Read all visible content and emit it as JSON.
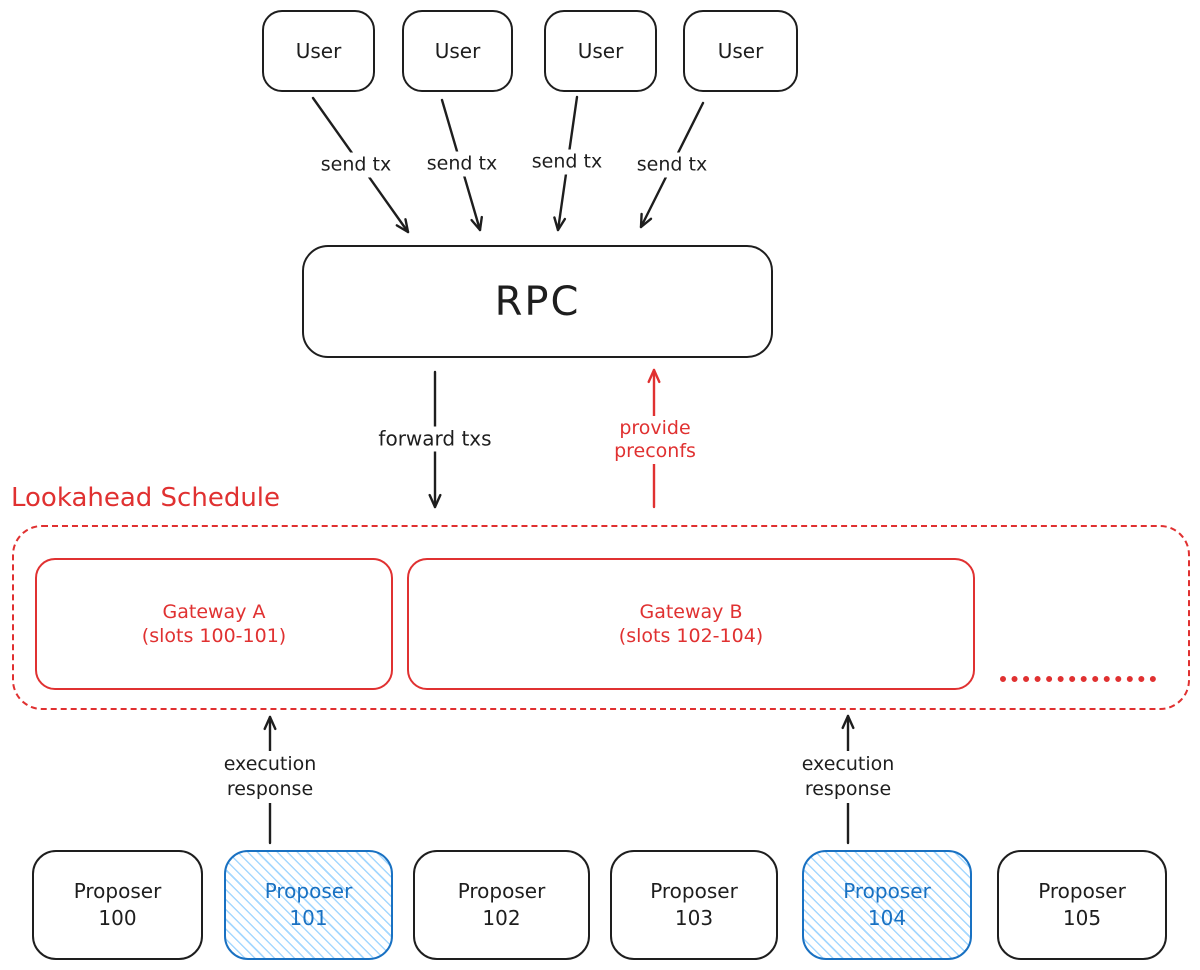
{
  "colors": {
    "ink": "#1e1e1e",
    "red": "#e03131",
    "blue": "#1971c2",
    "blue-hatch": "#a5d8ff",
    "bg": "#ffffff"
  },
  "users": [
    {
      "label": "User"
    },
    {
      "label": "User"
    },
    {
      "label": "User"
    },
    {
      "label": "User"
    }
  ],
  "send_tx_labels": [
    "send tx",
    "send tx",
    "send tx",
    "send tx"
  ],
  "rpc": {
    "label": "RPC"
  },
  "forward_txs_label": "forward txs",
  "provide_preconfs_label": {
    "line1": "provide",
    "line2": "preconfs"
  },
  "lookahead": {
    "title": "Lookahead Schedule",
    "gateways": [
      {
        "name": "Gateway A",
        "slots": "(slots 100-101)"
      },
      {
        "name": "Gateway B",
        "slots": "(slots 102-104)"
      }
    ],
    "more_indicator": "ellipsis-dots"
  },
  "execution_response_labels": [
    {
      "line1": "execution",
      "line2": "response"
    },
    {
      "line1": "execution",
      "line2": "response"
    }
  ],
  "proposers": [
    {
      "name": "Proposer",
      "slot": "100",
      "highlighted": false
    },
    {
      "name": "Proposer",
      "slot": "101",
      "highlighted": true
    },
    {
      "name": "Proposer",
      "slot": "102",
      "highlighted": false
    },
    {
      "name": "Proposer",
      "slot": "103",
      "highlighted": false
    },
    {
      "name": "Proposer",
      "slot": "104",
      "highlighted": true
    },
    {
      "name": "Proposer",
      "slot": "105",
      "highlighted": false
    }
  ]
}
